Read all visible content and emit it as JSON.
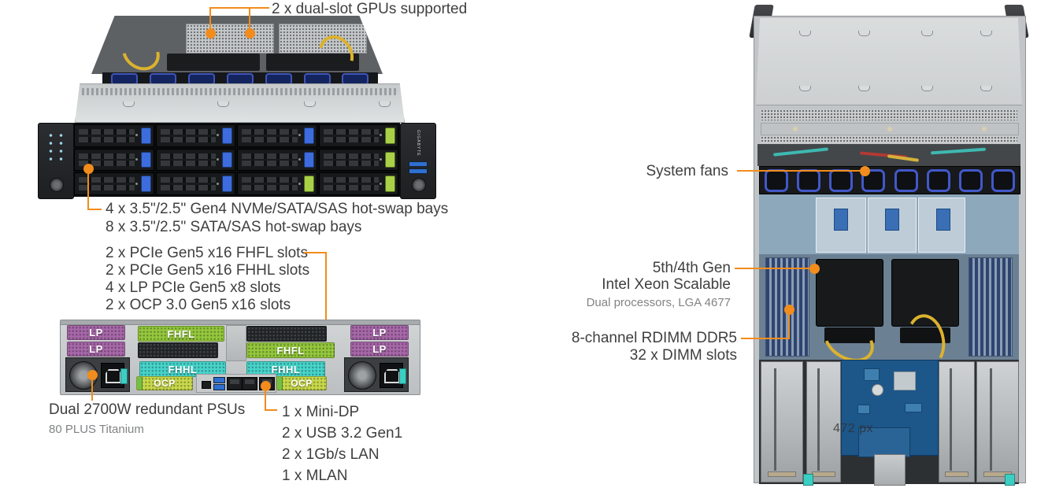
{
  "colors": {
    "accent": "#F28C1C",
    "text_dark": "#3F3F41",
    "text_gray": "#818385",
    "slot_lp": "#A768A9",
    "slot_fhfl": "#94C83D",
    "slot_fhhl": "#47D5CB",
    "slot_ocp": "#C9D94B",
    "slot_blank": "#212426",
    "latch_blue": "#3C6CDD",
    "latch_green": "#A9D147",
    "psu_teal": "#3BCFC4"
  },
  "front_view": {
    "gpu_callout": "2 x dual-slot GPUs supported",
    "bay_callout_line1": "4 x 3.5\"/2.5\" Gen4 NVMe/SATA/SAS hot-swap bays",
    "bay_callout_line2": "8 x 3.5\"/2.5\" SATA/SAS hot-swap bays",
    "brand": "GIGABYTE",
    "fan_count": 7,
    "bays": [
      [
        "blue",
        "blue",
        "blue",
        "green"
      ],
      [
        "blue",
        "blue",
        "blue",
        "green"
      ],
      [
        "blue",
        "blue",
        "green",
        "green"
      ]
    ]
  },
  "rear_view": {
    "pcie_lines": [
      "2 x PCIe Gen5 x16 FHFL slots",
      "2 x PCIe Gen5 x16 FHHL slots",
      "4 x LP PCIe Gen5 x8 slots",
      "2 x OCP 3.0 Gen5 x16 slots"
    ],
    "psu_title": "Dual 2700W redundant PSUs",
    "psu_sub": "80 PLUS Titanium",
    "io_lines": [
      "1 x Mini-DP",
      "2 x USB 3.2 Gen1",
      "2 x 1Gb/s LAN",
      "1 x MLAN"
    ],
    "slot_labels": {
      "lp": "LP",
      "fhfl": "FHFL",
      "fhhl": "FHHL",
      "ocp": "OCP"
    }
  },
  "top_view": {
    "fans_label": "System fans",
    "cpu_line1": "5th/4th Gen",
    "cpu_line2": "Intel Xeon Scalable",
    "cpu_sub": "Dual processors, LGA 4677",
    "mem_line1": "8-channel RDIMM DDR5",
    "mem_line2": "32 x DIMM slots",
    "fan_count": 8,
    "measure_overlay": "472 px"
  }
}
